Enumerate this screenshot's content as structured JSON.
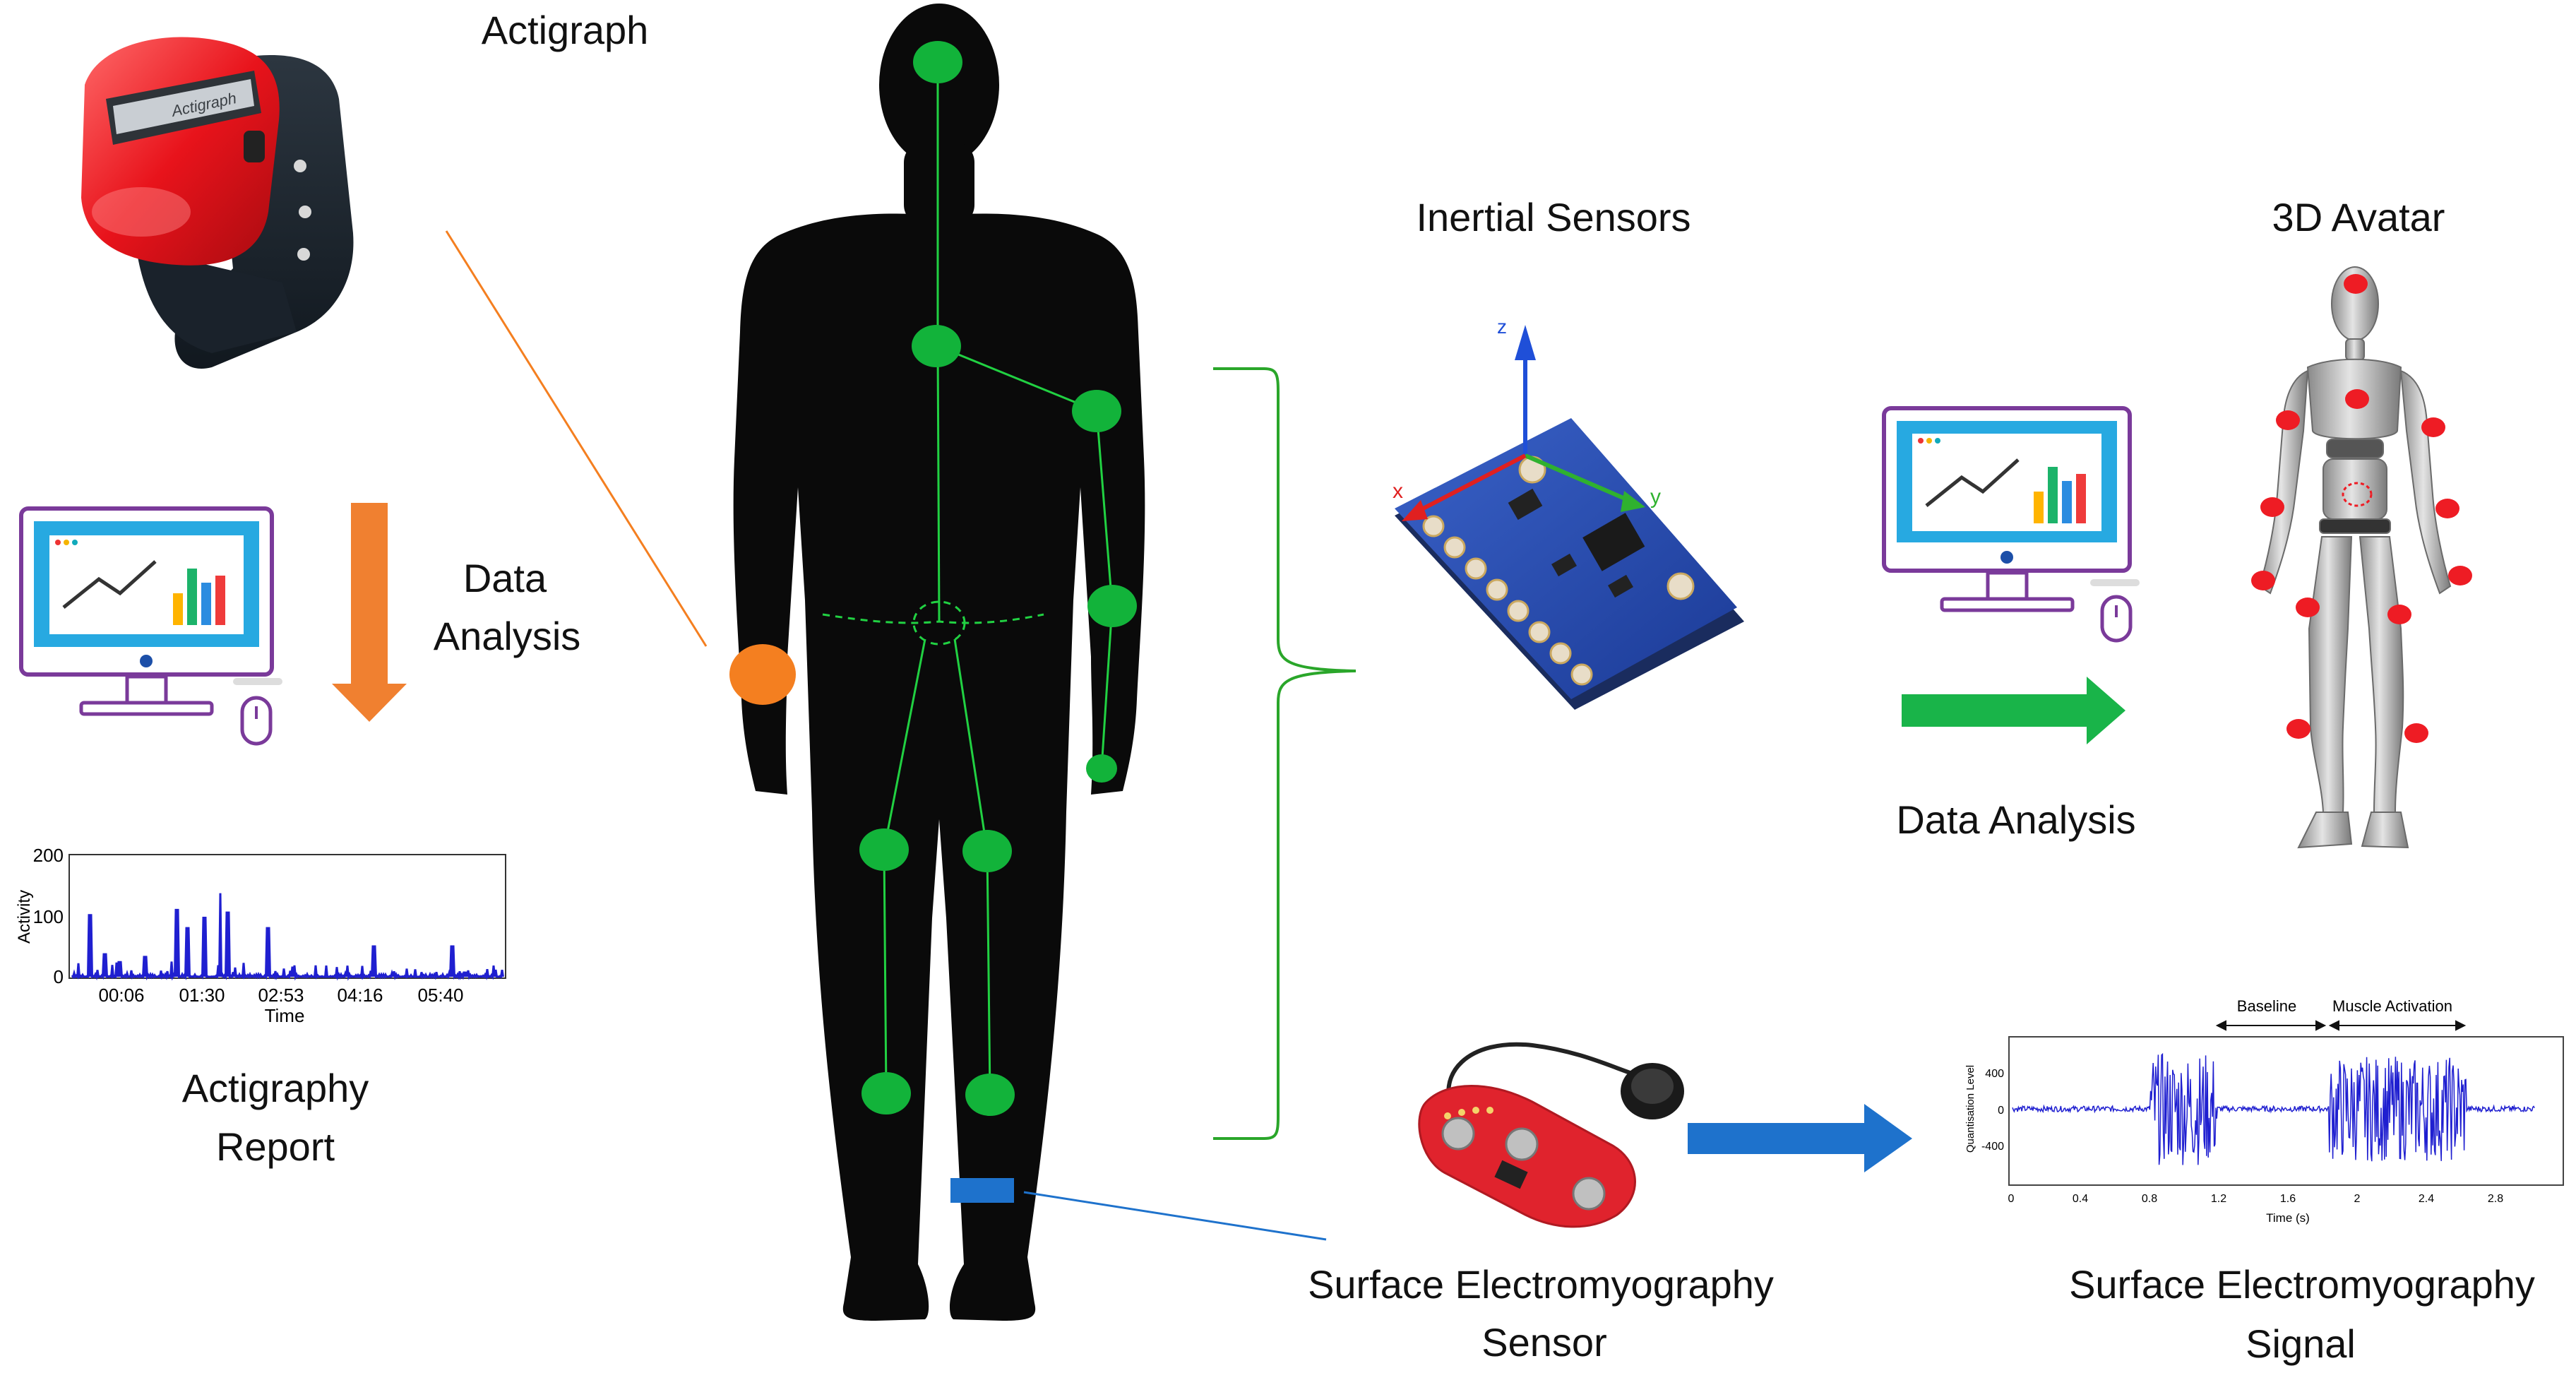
{
  "labels": {
    "actigraph": "Actigraph",
    "data_analysis_line1": "Data",
    "data_analysis_line2": "Analysis",
    "actigraphy_report_line1": "Actigraphy",
    "actigraphy_report_line2": "Report",
    "inertial_sensors": "Inertial Sensors",
    "avatar": "3D Avatar",
    "data_analysis_right": "Data Analysis",
    "semg_sensor_line1": "Surface Electromyography",
    "semg_sensor_line2": "Sensor",
    "semg_signal_line1": "Surface Electromyography",
    "semg_signal_line2": "Signal"
  },
  "axes_sensor": {
    "x": "x",
    "y": "y",
    "z": "z"
  },
  "activity_chart": {
    "ylabel": "Activity",
    "xlabel": "Time",
    "yticks": [
      "200",
      "100",
      "0"
    ],
    "xticks": [
      "00:06",
      "01:30",
      "02:53",
      "04:16",
      "05:40"
    ]
  },
  "emg_chart": {
    "ylabel": "Quantisation Level",
    "xlabel": "Time (s)",
    "yticks": [
      "400",
      "0",
      "-400"
    ],
    "xticks": [
      "0",
      "0.4",
      "0.8",
      "1.2",
      "1.6",
      "2",
      "2.4",
      "2.8"
    ],
    "baseline": "Baseline",
    "muscle_activation": "Muscle Activation"
  },
  "colors": {
    "node_green": "#12b33a",
    "skeleton_line": "#21d142",
    "bracket": "#2aa62a",
    "actigraph_orange": "#f47f20",
    "arrow_orange": "#f08030",
    "arrow_green": "#19b449",
    "arrow_blue": "#1e72cc",
    "emg_blue": "#1f1fd0",
    "avatar_marker": "#ee1c24",
    "monitor_purple": "#7a3a9a"
  },
  "icons": [
    "actigraph-watch-image",
    "computer-monitor-icon",
    "mouse-icon",
    "human-silhouette",
    "inertial-sensor-board-image",
    "emg-sensor-board-image",
    "3d-avatar-figure"
  ]
}
